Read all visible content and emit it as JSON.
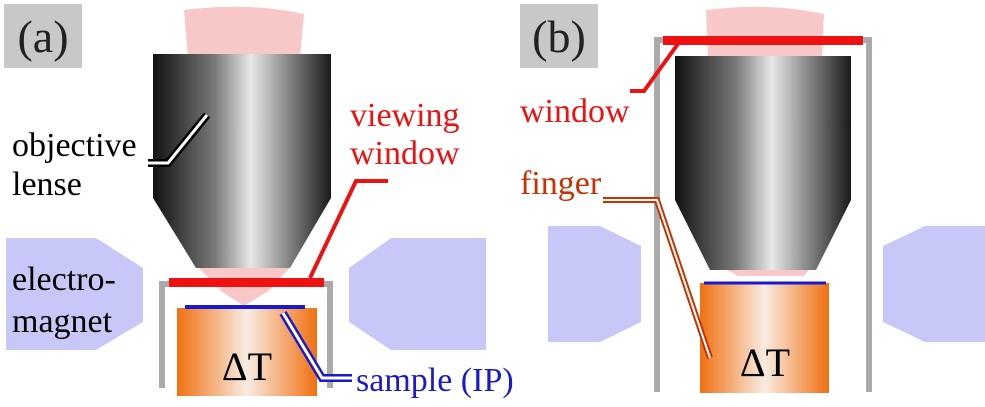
{
  "panels": [
    {
      "label": "(a)",
      "objective_label": [
        "objective",
        "lense"
      ],
      "window_label": [
        "viewing",
        "window"
      ],
      "magnet_label": [
        "electro-",
        "magnet"
      ],
      "sample_label": "sample (IP)",
      "temperature_label": "ΔT"
    },
    {
      "label": "(b)",
      "window_label": "window",
      "finger_label": "finger",
      "temperature_label": "ΔT"
    }
  ],
  "colors": {
    "window": "#ee1111",
    "sample": "#1a1acc",
    "finger_label": "#c83200",
    "magnet": "#c8c8f8",
    "beam": "#f8c8c8",
    "heater": "#f07820",
    "label_box": "#c8c8c8",
    "black_label": "#000000"
  }
}
